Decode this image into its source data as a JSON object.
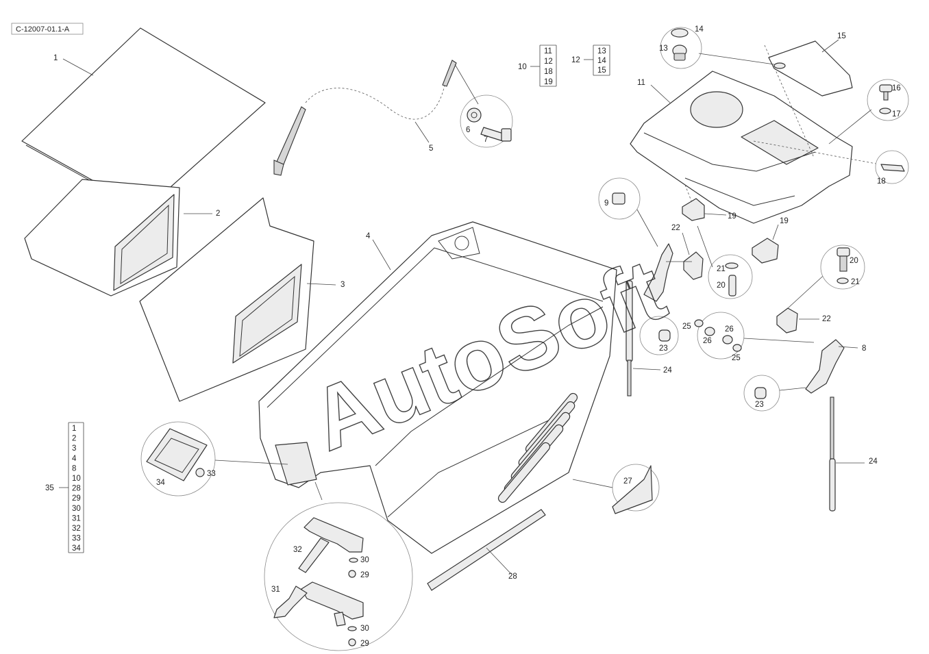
{
  "drawing": {
    "reference": "C-12007-01.1-A",
    "watermark": "AutoSoft"
  },
  "labels": {
    "l1": "1",
    "l2": "2",
    "l3": "3",
    "l4": "4",
    "l5": "5",
    "l6": "6",
    "l7": "7",
    "l8": "8",
    "l9": "9",
    "l11": "11",
    "l13": "13",
    "l14": "14",
    "l15": "15",
    "l16": "16",
    "l17": "17",
    "l18": "18",
    "l19a": "19",
    "l19b": "19",
    "l20a": "20",
    "l20b": "20",
    "l21a": "21",
    "l21b": "21",
    "l22a": "22",
    "l22b": "22",
    "l23a": "23",
    "l23b": "23",
    "l24a": "24",
    "l24b": "24",
    "l25a": "25",
    "l25b": "25",
    "l26a": "26",
    "l26b": "26",
    "l27": "27",
    "l28": "28",
    "l29a": "29",
    "l29b": "29",
    "l30a": "30",
    "l30b": "30",
    "l31": "31",
    "l32": "32",
    "l33": "33",
    "l34": "34",
    "l35": "35"
  },
  "kits": {
    "kit10": {
      "label": "10",
      "items": [
        "11",
        "12",
        "18",
        "19"
      ]
    },
    "kit12": {
      "label": "12",
      "items": [
        "13",
        "14",
        "15"
      ]
    },
    "kit35": {
      "label": "35",
      "items": [
        "1",
        "2",
        "3",
        "4",
        "8",
        "10",
        "28",
        "29",
        "30",
        "31",
        "32",
        "33",
        "34"
      ]
    }
  }
}
